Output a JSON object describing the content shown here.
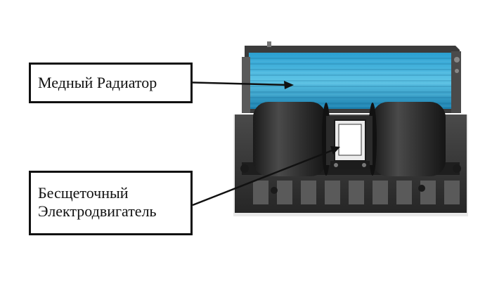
{
  "labels": {
    "radiator": "Медный Радиатор",
    "motor_line1": "Бесщеточный",
    "motor_line2": "Электродвигатель"
  },
  "colors": {
    "fins": "#1d9fd6",
    "blower": "#2a2a2a",
    "frame": "#3a3a3a",
    "outline": "#111111"
  }
}
